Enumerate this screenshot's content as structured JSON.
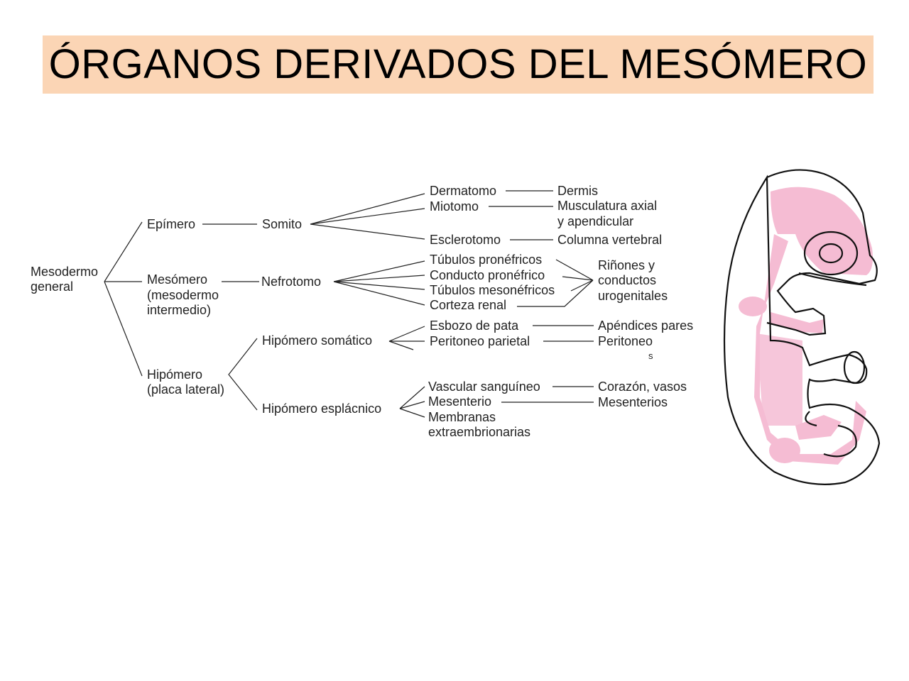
{
  "title": "ÓRGANOS DERIVADOS DEL MESÓMERO",
  "colors": {
    "banner": "#fbd5b5",
    "embryo_fill": "#f5bcd3",
    "line": "#222222"
  },
  "diagram": {
    "root": [
      "Mesodermo",
      "general"
    ],
    "level1": {
      "epimero": "Epímero",
      "mesomero": [
        "Mesómero",
        "(mesodermo",
        "intermedio)"
      ],
      "hipomero": [
        "Hipómero",
        "(placa lateral)"
      ]
    },
    "level2": {
      "somito": "Somito",
      "nefrotomo": "Nefrotomo",
      "somatico": "Hipómero somático",
      "esplacnico": "Hipómero esplácnico"
    },
    "level3": {
      "dermatomo": "Dermatomo",
      "miotomo": "Miotomo",
      "esclerotomo": "Esclerotomo",
      "tub_pro": "Túbulos pronéfricos",
      "cond_pro": "Conducto pronéfrico",
      "tub_meso": "Túbulos mesonéfricos",
      "corteza": "Corteza renal",
      "esbozo": "Esbozo de pata",
      "peritoneo_parietal": "Peritoneo parietal",
      "vascular": "Vascular sanguíneo",
      "mesenterio": "Mesenterio",
      "membranas": [
        "Membranas",
        "extraembrionarias"
      ]
    },
    "level4": {
      "dermis": "Dermis",
      "musculatura": [
        "Musculatura axial",
        "y apendicular"
      ],
      "columna": "Columna vertebral",
      "rinones": [
        "Riñones y",
        "conductos",
        "urogenitales"
      ],
      "apendices": "Apéndices pares",
      "peritoneo": "Peritoneo",
      "fragment": "s",
      "corazon": "Corazón, vasos",
      "mesenterios": "Mesenterios"
    }
  }
}
